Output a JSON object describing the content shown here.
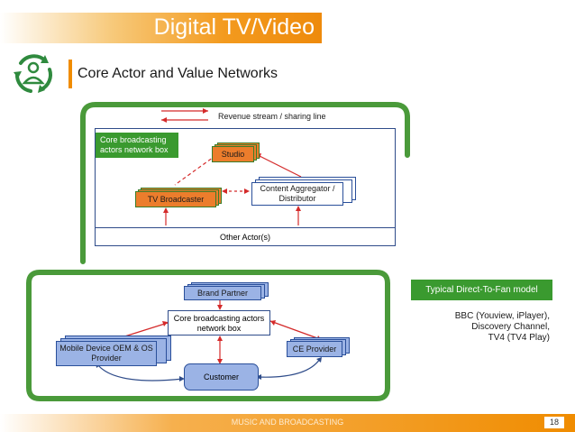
{
  "title": "Digital TV/Video",
  "subtitle": "Core Actor and Value Networks",
  "legend": {
    "revenue_line": "Revenue stream / sharing line"
  },
  "top_network": {
    "core_box_label": "Core broadcasting actors network box",
    "studio": "Studio",
    "tv_broadcaster": "TV Broadcaster",
    "content_aggregator": "Content Aggregator / Distributor",
    "other_actors": "Other Actor(s)"
  },
  "bottom_network": {
    "brand_partner": "Brand Partner",
    "core_box": "Core broadcasting actors network box",
    "mobile_oem": "Mobile Device OEM & OS Provider",
    "ce_provider": "CE Provider",
    "customer": "Customer"
  },
  "direct_to_fan": {
    "badge": "Typical Direct-To-Fan model",
    "lines": [
      "BBC (Youview, iPlayer),",
      "Discovery Channel,",
      "TV4 (TV4 Play)"
    ]
  },
  "footer": {
    "text": "MUSIC AND BROADCASTING",
    "page_number": "18"
  },
  "colors": {
    "accent_orange": "#f08c00",
    "green": "#3a9a2f",
    "navy": "#2f4c8a",
    "arrow_red": "#d42a2a"
  }
}
